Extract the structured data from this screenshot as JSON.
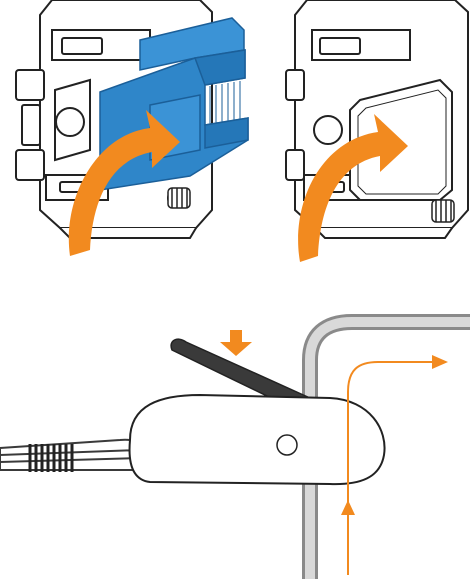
{
  "figure": {
    "panels": [
      {
        "id": "attach-blue-mount",
        "desc_icon": "camera-with-blue-mount"
      },
      {
        "id": "attach-backplate",
        "desc_icon": "camera-backplate"
      },
      {
        "id": "strap-clip-routing",
        "desc_icon": "strap-clip-on-post"
      }
    ]
  },
  "colors": {
    "accent_orange": "#f28a1f",
    "mount_blue": "#2f86c9",
    "mount_blue_dark": "#1b5f99",
    "line_dark": "#222222",
    "post_gray": "#8a8a8a",
    "strap_dark": "#3a3a3a"
  }
}
